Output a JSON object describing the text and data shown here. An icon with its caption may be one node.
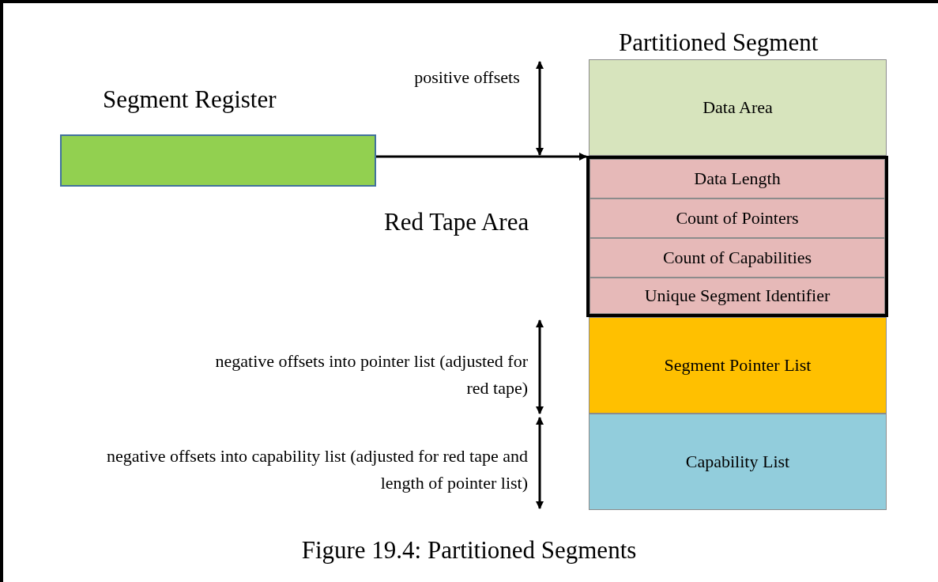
{
  "diagram": {
    "caption": "Figure 19.4:   Partitioned Segments",
    "nodes": [
      {
        "text": [
          "Segment Register"
        ]
      },
      {
        "text": [
          "Data Area"
        ]
      },
      {
        "text": [
          "Red Tape Area"
        ]
      },
      {
        "text": [
          "Data Length"
        ],
        "in": 2
      },
      {
        "text": [
          "Count of Pointers"
        ],
        "in": 2
      },
      {
        "text": [
          "Count of Capabilities"
        ],
        "in": 2
      },
      {
        "text": [
          "Unique Segment Identifier"
        ],
        "in": 2
      },
      {
        "text": [
          "Segment Pointer List"
        ]
      },
      {
        "text": [
          "Capability List"
        ]
      }
    ],
    "edges": [
      {
        "from": 0,
        "to": 2,
        "arrow": "to"
      }
    ],
    "labels": [
      "Partitioned Segment",
      "positive offsets",
      "negative offsets into pointer list (adjusted for red tape)",
      "negative offsets into capability list (adjusted for red tape and length of pointer list)"
    ]
  }
}
